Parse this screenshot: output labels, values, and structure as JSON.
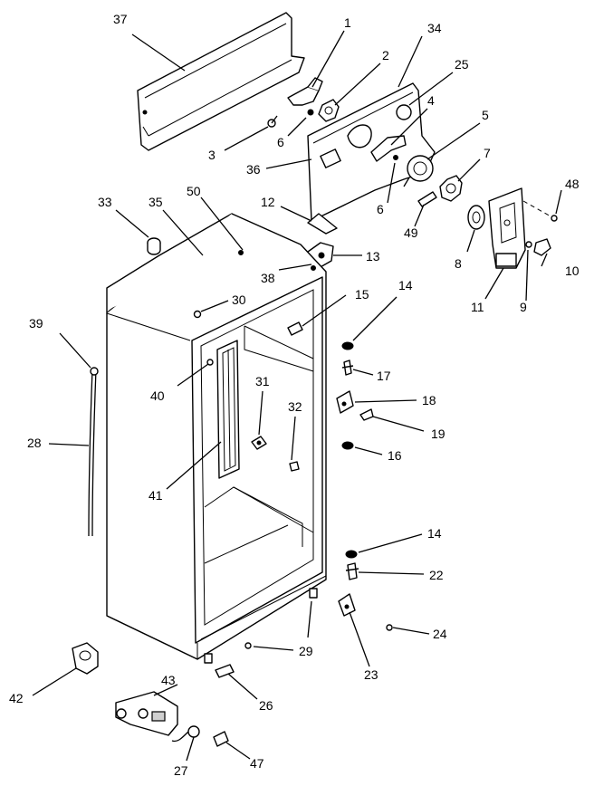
{
  "labels": {
    "p1": "1",
    "p2": "2",
    "p3": "3",
    "p4": "4",
    "p5": "5",
    "p6a": "6",
    "p6b": "6",
    "p7": "7",
    "p8": "8",
    "p9": "9",
    "p10": "10",
    "p11": "11",
    "p12": "12",
    "p13": "13",
    "p14a": "14",
    "p14b": "14",
    "p15": "15",
    "p16": "16",
    "p17": "17",
    "p18": "18",
    "p19": "19",
    "p22": "22",
    "p23": "23",
    "p24": "24",
    "p25": "25",
    "p26": "26",
    "p27": "27",
    "p28": "28",
    "p29": "29",
    "p30": "30",
    "p31": "31",
    "p32": "32",
    "p33": "33",
    "p34": "34",
    "p35": "35",
    "p36": "36",
    "p37": "37",
    "p38": "38",
    "p39": "39",
    "p40": "40",
    "p41": "41",
    "p42": "42",
    "p43": "43",
    "p47": "47",
    "p48": "48",
    "p49": "49",
    "p50": "50"
  }
}
